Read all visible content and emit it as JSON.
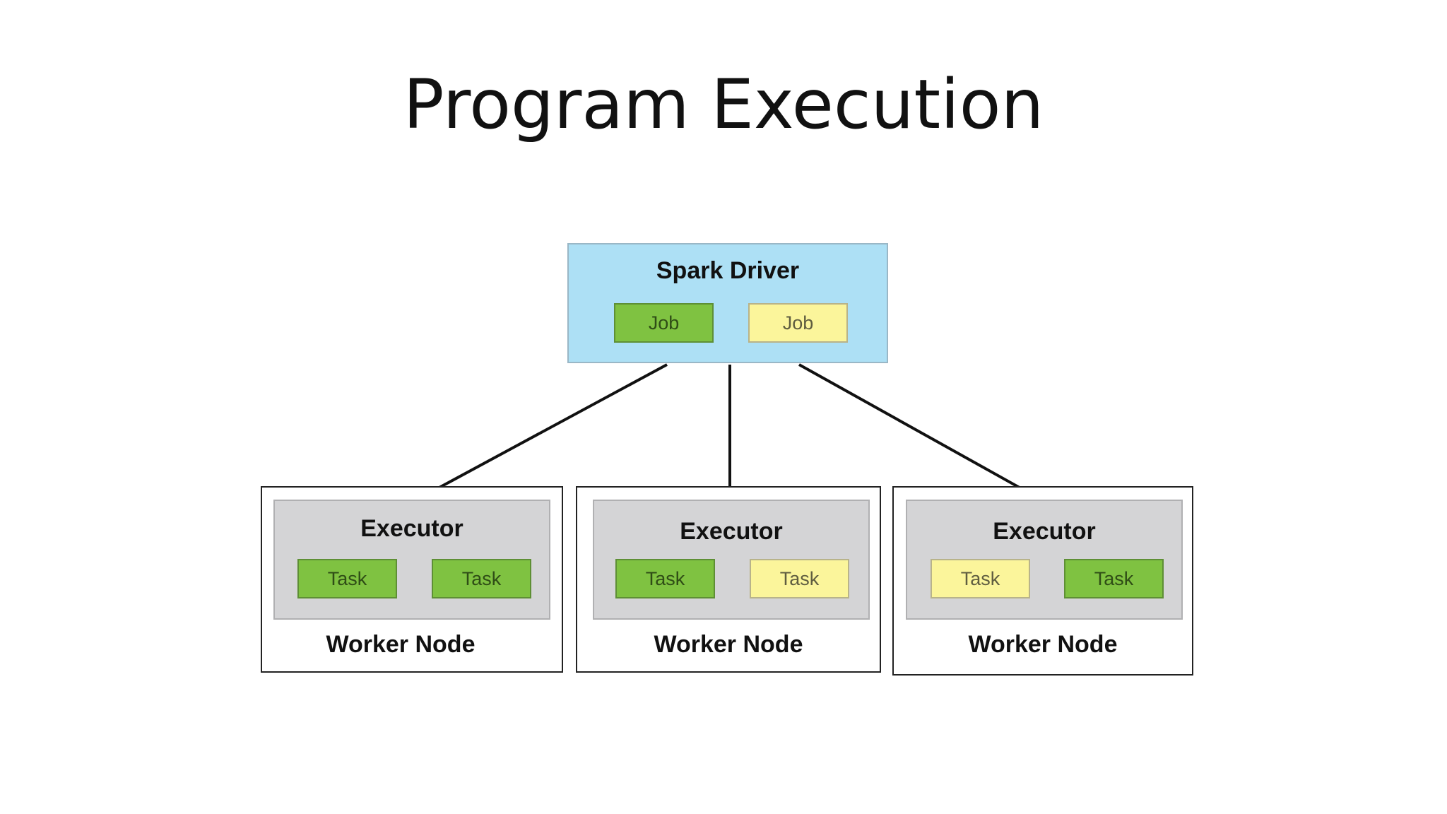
{
  "title": "Program Execution",
  "driver": {
    "label": "Spark Driver",
    "jobs": [
      {
        "label": "Job",
        "color": "green"
      },
      {
        "label": "Job",
        "color": "yellow"
      }
    ]
  },
  "workers": [
    {
      "label": "Worker Node",
      "executor": {
        "label": "Executor",
        "tasks": [
          {
            "label": "Task",
            "color": "green"
          },
          {
            "label": "Task",
            "color": "green"
          }
        ]
      }
    },
    {
      "label": "Worker Node",
      "executor": {
        "label": "Executor",
        "tasks": [
          {
            "label": "Task",
            "color": "green"
          },
          {
            "label": "Task",
            "color": "yellow"
          }
        ]
      }
    },
    {
      "label": "Worker Node",
      "executor": {
        "label": "Executor",
        "tasks": [
          {
            "label": "Task",
            "color": "yellow"
          },
          {
            "label": "Task",
            "color": "green"
          }
        ]
      }
    }
  ],
  "colors": {
    "driver_fill": "#ade0f5",
    "executor_fill": "#d4d4d6",
    "green": "#7fc241",
    "yellow": "#fbf59b"
  }
}
